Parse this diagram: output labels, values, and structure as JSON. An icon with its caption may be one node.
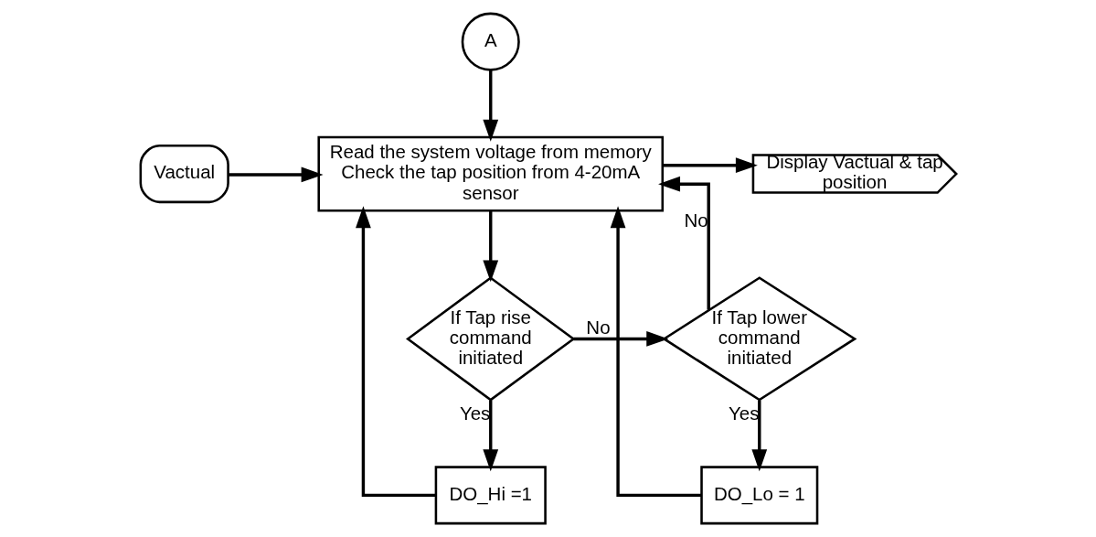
{
  "diagram": {
    "nodes": [
      {
        "text": [
          "A"
        ]
      },
      {
        "text": [
          "Vactual"
        ]
      },
      {
        "text": [
          "Read the system voltage from memory Check the tap position from 4-20mA sensor"
        ]
      },
      {
        "text": [
          "Display Vactual & tap position"
        ]
      },
      {
        "text": [
          "If Tap rise command initiated"
        ]
      },
      {
        "text": [
          "If Tap lower command initiated"
        ]
      },
      {
        "text": [
          "DO_Hi =1"
        ]
      },
      {
        "text": [
          "DO_Lo = 1"
        ]
      }
    ],
    "edges": [
      {
        "from": 0,
        "to": 2,
        "arrow": "to"
      },
      {
        "from": 1,
        "to": 2,
        "arrow": "to"
      },
      {
        "from": 2,
        "to": 3,
        "arrow": "to"
      },
      {
        "from": 2,
        "to": 4,
        "arrow": "to"
      },
      {
        "from": 4,
        "to": 5,
        "label": "No",
        "arrow": "to"
      },
      {
        "from": 4,
        "to": 6,
        "label": "Yes",
        "arrow": "to"
      },
      {
        "from": 5,
        "to": 7,
        "label": "Yes",
        "arrow": "to"
      },
      {
        "from": 5,
        "to": 2,
        "label": "No",
        "arrow": "to"
      },
      {
        "from": 6,
        "to": 2,
        "arrow": "to"
      },
      {
        "from": 7,
        "to": 2,
        "arrow": "to"
      }
    ]
  }
}
